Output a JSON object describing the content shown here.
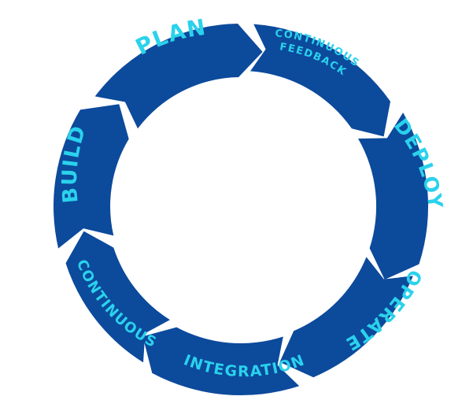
{
  "colors": {
    "segment_fill": "#0c4a9c",
    "segment_edge": "#ffffff",
    "label_text": "#2ad2ec",
    "background": "#ffffff"
  },
  "stages": [
    {
      "label": "PLAN"
    },
    {
      "label_line1": "CONTINUOUS",
      "label_line2": "FEEDBACK"
    },
    {
      "label": "DEPLOY"
    },
    {
      "label": "OPERATE"
    },
    {
      "label": "INTEGRATION"
    },
    {
      "label": "CONTINUOUS"
    },
    {
      "label": "BUILD"
    }
  ]
}
